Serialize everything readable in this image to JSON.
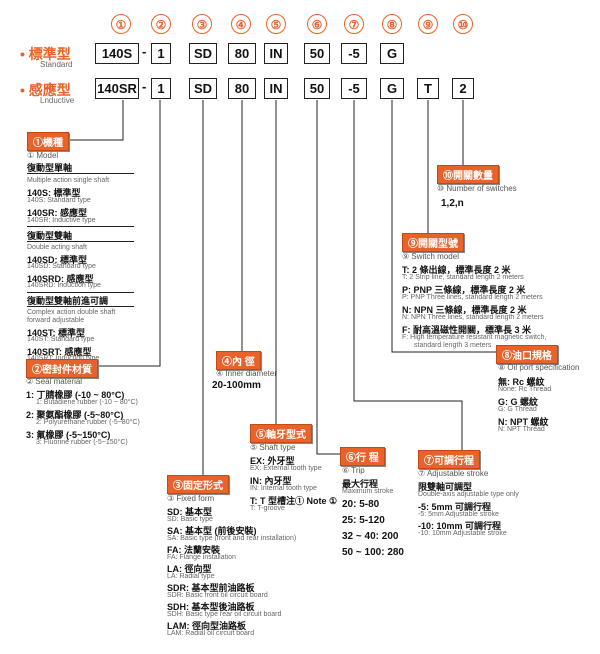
{
  "header": {
    "numbers": [
      "①",
      "②",
      "③",
      "④",
      "⑤",
      "⑥",
      "⑦",
      "⑧",
      "⑨",
      "⑩"
    ],
    "row1": {
      "bullet": "•",
      "label": "標準型",
      "sub": "Standard",
      "codes": [
        "140S",
        "1",
        "SD",
        "80",
        "IN",
        "50",
        "-5",
        "G"
      ]
    },
    "row2": {
      "bullet": "•",
      "label": "感應型",
      "sub": "Lnductive",
      "codes": [
        "140SR",
        "1",
        "SD",
        "80",
        "IN",
        "50",
        "-5",
        "G",
        "T",
        "2"
      ]
    },
    "dash": "-"
  },
  "model": {
    "tag": "①機種",
    "sub": "① Model",
    "g1": {
      "title": "復動型單軸",
      "title_en": "Multiple action single shaft",
      "items": [
        {
          "b": "140S: 標準型",
          "g": "140S:  Standard type"
        },
        {
          "b": "140SR: 感應型",
          "g": "140SR:  Inductive type"
        }
      ]
    },
    "g2": {
      "title": "復動型雙軸",
      "title_en": "Double acting shaft",
      "items": [
        {
          "b": "140SD: 標準型",
          "g": "140SD:  Standard type"
        },
        {
          "b": "140SRD: 感應型",
          "g": "140SRD:  Induction type"
        }
      ]
    },
    "g3": {
      "title": "復動型雙軸前進可調",
      "title_en": "Complex action double shaft",
      "title_en2": "forward adjustable",
      "items": [
        {
          "b": "140ST: 標準型",
          "g": "140ST:  Standard type"
        },
        {
          "b": "140SRT: 感應型",
          "g": "140SRT:  Induction type"
        }
      ]
    }
  },
  "seal": {
    "tag": "②密封件材質",
    "sub": "② Seal material",
    "items": [
      {
        "b": "1:  丁腈橡膠 (-10 ~ 80°C)",
        "g": "1:  Butadiene rubber (-10 ~ 80°C)"
      },
      {
        "b": "2:  聚氨酯橡膠 (-5~80°C)",
        "g": "2:  Polyurethane rubber (-5~80°C)"
      },
      {
        "b": "3:  氟橡膠 (-5~150°C)",
        "g": "3:  Fluorine rubber (-5~150°C)"
      }
    ]
  },
  "fixed": {
    "tag": "③固定形式",
    "sub": "③ Fixed form",
    "items": [
      {
        "b": "SD:  基本型",
        "g": "SD:  Basic type"
      },
      {
        "b": "SA:  基本型 (前後安裝)",
        "g": "SA:  Basic type (front and rear installation)"
      },
      {
        "b": "FA:  法蘭安裝",
        "g": "FA:  Flange installation"
      },
      {
        "b": "LA:  徑向型",
        "g": "LA:  Radial type"
      },
      {
        "b": "SDR:  基本型前油路板",
        "g": "SDR:  Basic front oil circuit board"
      },
      {
        "b": "SDH:  基本型後油路板",
        "g": "SDH:  Basic type rear oil circuit board"
      },
      {
        "b": "LAM:  徑向型油路板",
        "g": "LAM:  Radial oil circuit board"
      }
    ]
  },
  "inner": {
    "tag": "④內 徑",
    "sub": "④ Inner diameter",
    "value": "20-100mm"
  },
  "shaft": {
    "tag": "⑤軸牙型式",
    "sub": "⑤ Shaft type",
    "items": [
      {
        "b": "EX:  外牙型",
        "g": "EX:  External tooth type"
      },
      {
        "b": "IN:  內牙型",
        "g": "IN:  Internal tooth type"
      },
      {
        "b": "T:  T 型槽注① Note ①",
        "g": "T:  T-groove"
      }
    ]
  },
  "trip": {
    "tag": "⑥行 程",
    "sub": "⑥ Trip",
    "title": "最大行程",
    "title_en": "Maximum stroke",
    "items": [
      "20:  5-80",
      "25:  5-120",
      "32 ~ 40:  200",
      "50 ~ 100:  280"
    ]
  },
  "adjust": {
    "tag": "⑦可調行程",
    "sub": "⑦ Adjustable stroke",
    "title": "限雙軸可調型",
    "title_en": "Double-axis adjustable type only",
    "items": [
      {
        "b": "-5:  5mm 可調行程",
        "g": "-5:  5mm Adjustable stroke"
      },
      {
        "b": "-10:  10mm 可調行程",
        "g": "-10:  10mm Adjustable stroke"
      }
    ]
  },
  "oil": {
    "tag": "⑧油口規格",
    "sub": "⑧ Oil port specification",
    "items": [
      {
        "b": "無:  Rc 螺紋",
        "g": "None:  Rc Thread"
      },
      {
        "b": "G:  G 螺紋",
        "g": "G:  G Thread"
      },
      {
        "b": "N:  NPT 螺紋",
        "g": "N:  NPT Thread"
      }
    ]
  },
  "switch": {
    "tag": "⑨開關型號",
    "sub": "⑨ Switch model",
    "items": [
      {
        "b": "T:  2 條出線，標準長度 2 米",
        "g": "T:  2 Strip line, standard length 2 meters"
      },
      {
        "b": "P:  PNP 三條線，標準長度 2 米",
        "g": "P:  PNP Three lines, standard length 2 meters"
      },
      {
        "b": "N:  NPN 三條線，標準長度 2 米",
        "g": "N:  NPN Three lines, standard length 2 meters"
      },
      {
        "b": "F:  耐高溫磁性開關，標準長 3 米",
        "g": "F:  High temperature resistant magnetic switch,",
        "g2": "standard length 3 meters"
      }
    ]
  },
  "count": {
    "tag": "⑩開關數量",
    "sub": "⑩ Number of switches",
    "value": "1,2,n"
  }
}
